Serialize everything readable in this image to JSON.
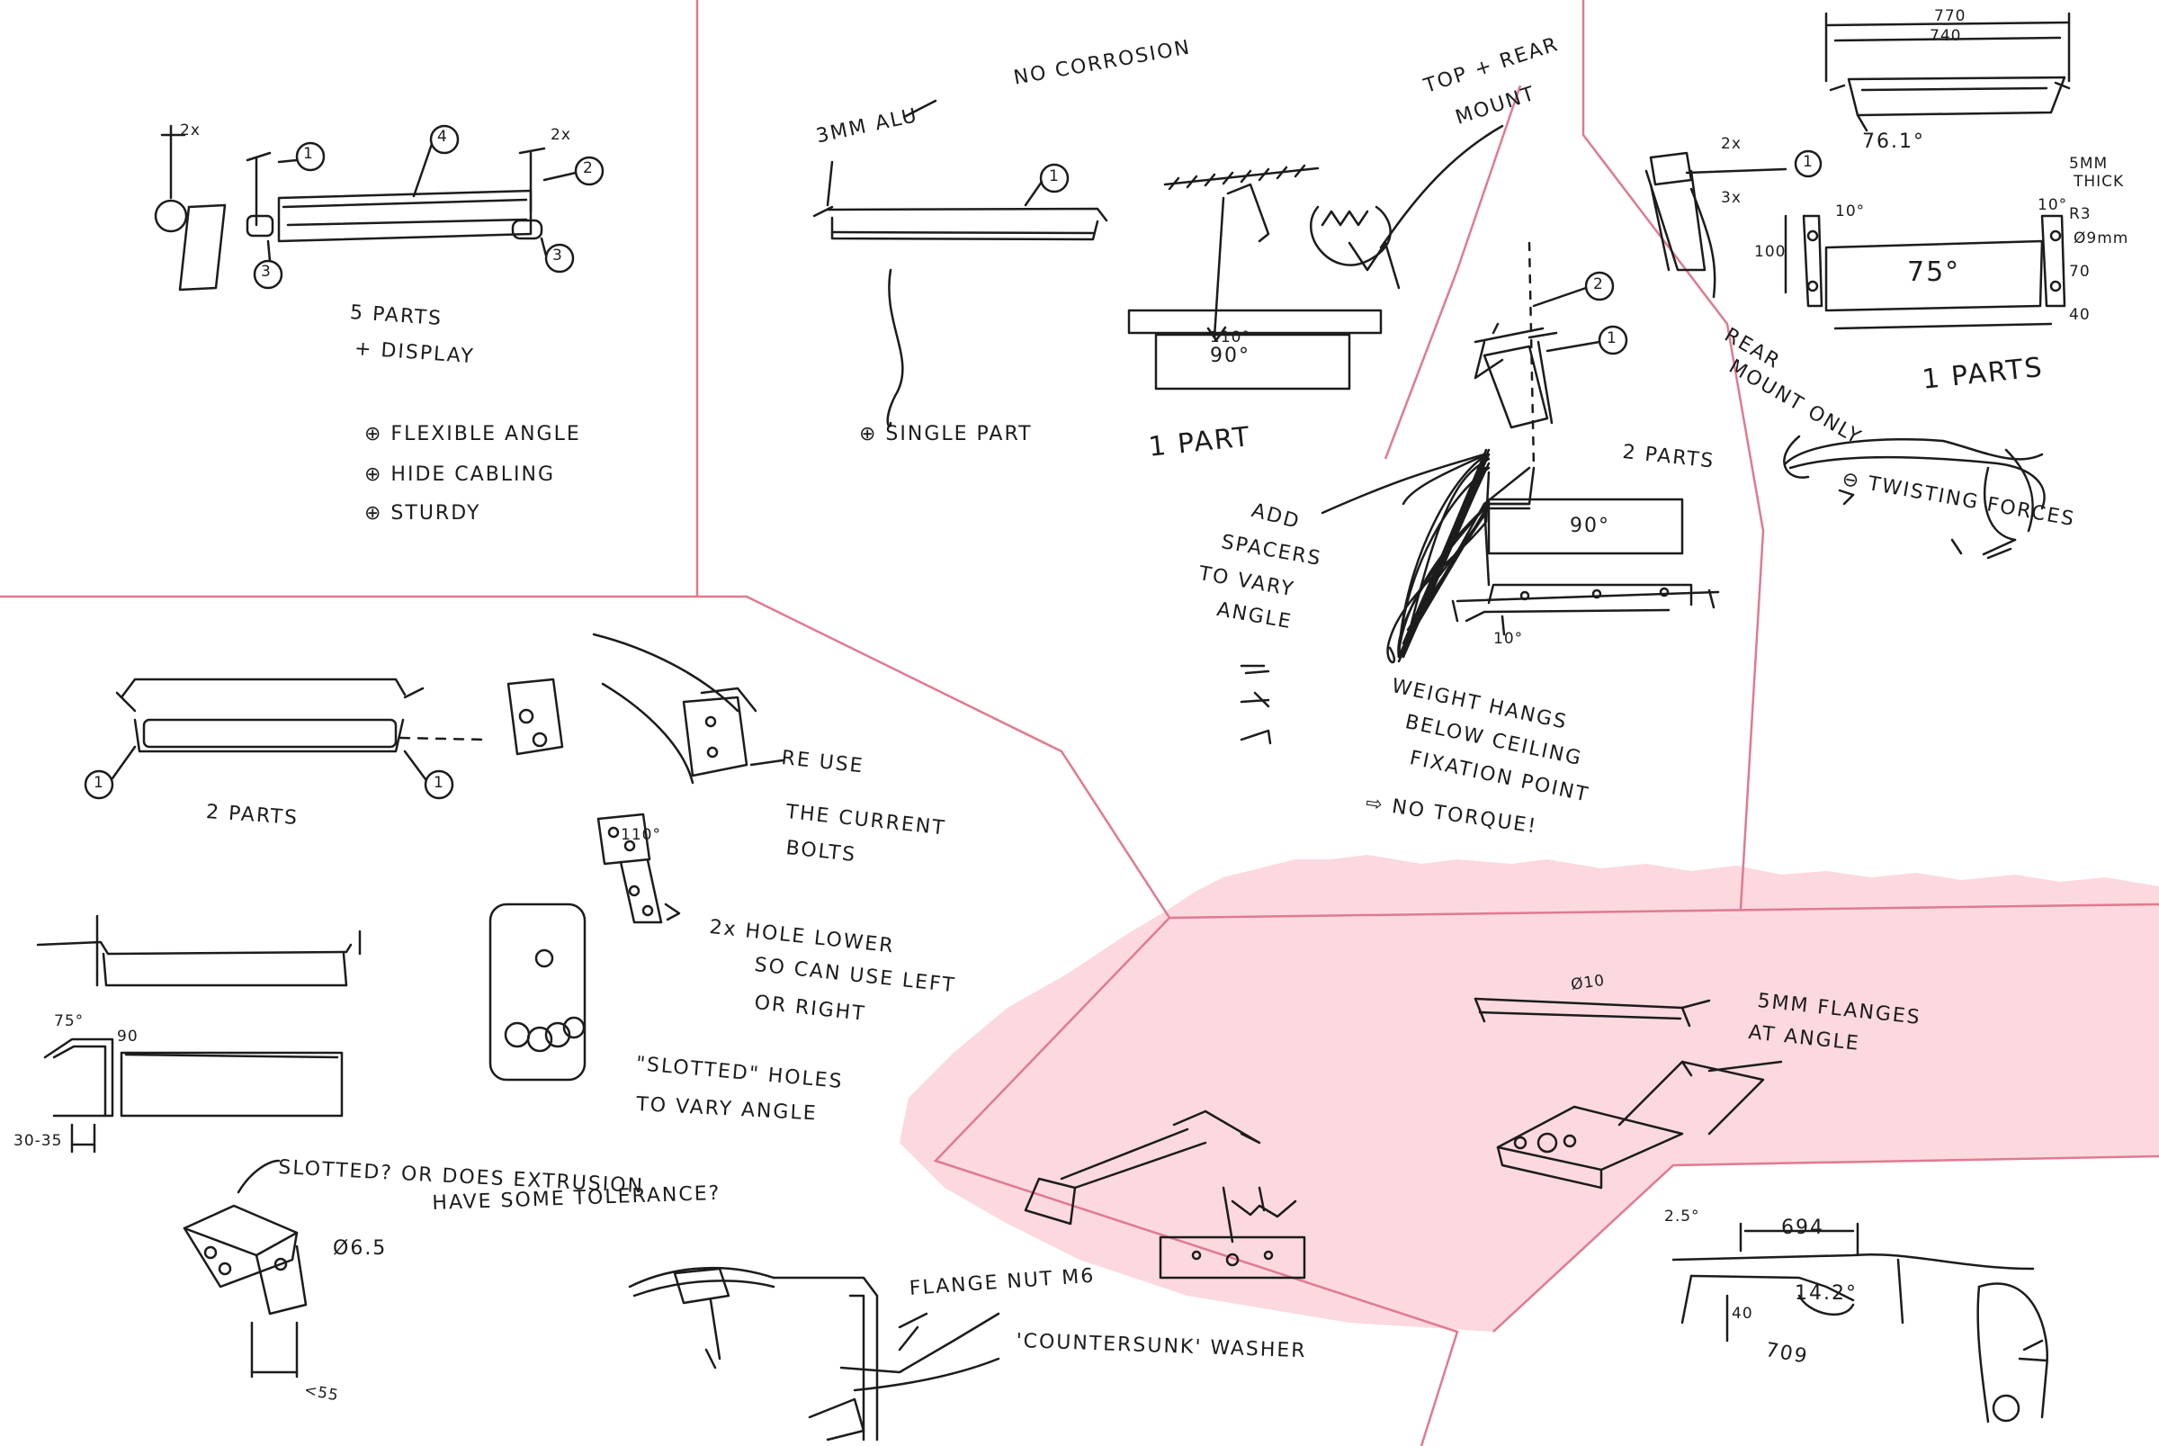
{
  "colors": {
    "region_line": "#e07a90",
    "highlight": "#fbd9df",
    "pencil": "#1c1c1c"
  },
  "panel1": {
    "callout_1": "1",
    "callout_2": "2",
    "callout_3": "3",
    "callout_4": "4",
    "mult": "2x",
    "parts": "5 PARTS",
    "display": "+ DISPLAY",
    "pro1": "⊕ FLEXIBLE ANGLE",
    "pro2": "⊕ HIDE CABLING",
    "pro3": "⊕ STURDY"
  },
  "panel2": {
    "material": "3MM ALU",
    "no_corrosion": "NO CORROSION",
    "callout_1": "1",
    "single_part": "⊕ SINGLE PART",
    "one_part": "1 PART",
    "top_rear": "TOP + REAR",
    "mount": "MOUNT",
    "angle_110": "110°",
    "angle_90": "90°"
  },
  "panel3": {
    "callout_2": "2",
    "callout_1": "1",
    "two_parts": "2 PARTS",
    "add_spacers": "ADD",
    "spacers": "SPACERS",
    "to_vary": "TO VARY",
    "angle": "ANGLE",
    "angle_90": "90°",
    "angle_10": "10°",
    "weight1": "WEIGHT HANGS",
    "weight2": "BELOW CEILING",
    "weight3": "FIXATION POINT",
    "no_torque": "⇨ NO TORQUE!"
  },
  "panel4": {
    "dim_770": "770",
    "dim_740": "740",
    "angle_761": "76.1°",
    "mult_2x": "2x",
    "mult_3x": "3x",
    "callout_1": "1",
    "thick": "5MM",
    "thick2": "THICK",
    "angle_10a": "10°",
    "angle_10b": "10°",
    "r3": "R3",
    "phi9": "Ø9mm",
    "dim_100": "100",
    "angle_75": "75°",
    "dim_70": "70",
    "dim_40": "40",
    "rear1": "REAR",
    "rear2": "MOUNT ONLY",
    "one_part": "1 PARTS",
    "con": "⊖ TWISTING FORCES"
  },
  "panel5": {
    "callout_1a": "1",
    "callout_1b": "1",
    "two_parts": "2 PARTS",
    "reuse1": "RE USE",
    "reuse2": "THE CURRENT",
    "reuse3": "BOLTS",
    "angle_110": "110°",
    "hole1": "2x HOLE LOWER",
    "hole2": "SO CAN USE LEFT",
    "hole3": "OR RIGHT",
    "slot1": "\"SLOTTED\" HOLES",
    "slot2": "TO VARY ANGLE",
    "angle_75": "75°",
    "angle_90": "90",
    "dim_3035": "30-35",
    "q1": "SLOTTED? OR DOES EXTRUSION",
    "q2": "HAVE SOME TOLERANCE?",
    "phi65": "Ø6.5",
    "dim_55": "<55",
    "nut": "FLANGE NUT M6",
    "washer": "'COUNTERSUNK' WASHER"
  },
  "panel6": {
    "phi10": "Ø10",
    "flange1": "5MM FLANGES",
    "flange2": "AT ANGLE"
  },
  "panel7": {
    "angle_25": "2.5°",
    "dim_694": "694",
    "angle_142": "14.2°",
    "dim_40": "40",
    "dim_709": "709"
  }
}
